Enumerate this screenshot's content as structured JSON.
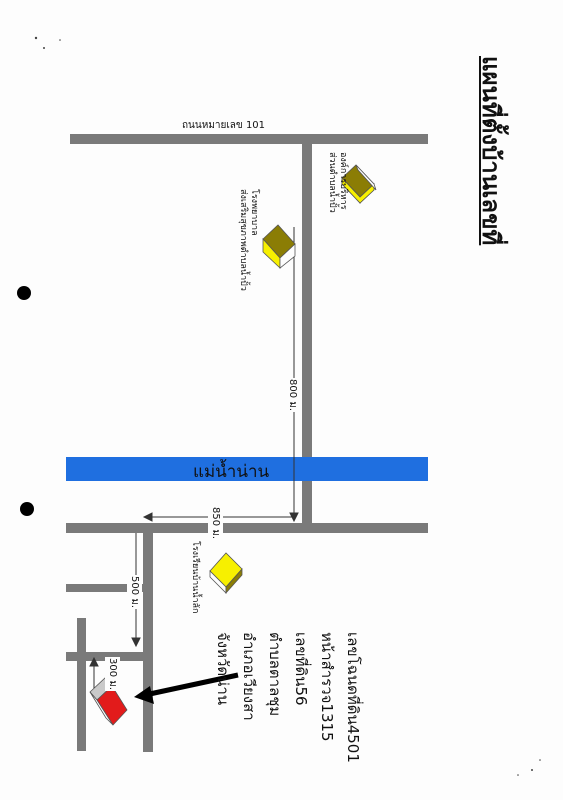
{
  "map": {
    "title": "แผนที่ตั้งบ้านเลขที่",
    "highway_label": "ถนนหมายเลข 101",
    "river_label": "แม่น้ำน่าน",
    "landmarks": {
      "office": [
        "องค์การบริหาร",
        "ส่วนตำบลน้ำปั้ว"
      ],
      "hospital": [
        "โรงพยาบาล",
        "ส่งเสริมสุขภาพตำบลน้ำปั้ว"
      ],
      "school": "โรงเรียนบ้านน้ำลัก"
    },
    "distances": {
      "d800": "800 ม.",
      "d850": "850 ม.",
      "d500": "500 ม.",
      "d300": "300 ม."
    },
    "deed_info": [
      "เลขโฉนดที่ดิน4501",
      "หน้าสำรวจ1315",
      "เลขที่ดิน56",
      "ตำบลตาลชุม",
      "อำเภอเวียงสา",
      "จังหวัดน่าน"
    ],
    "colors": {
      "road": "#7a7a7a",
      "river": "#1f6fe0",
      "building_yellow": "#f7f000",
      "building_olive": "#8b7d05",
      "target_red": "#e21b1b"
    }
  }
}
